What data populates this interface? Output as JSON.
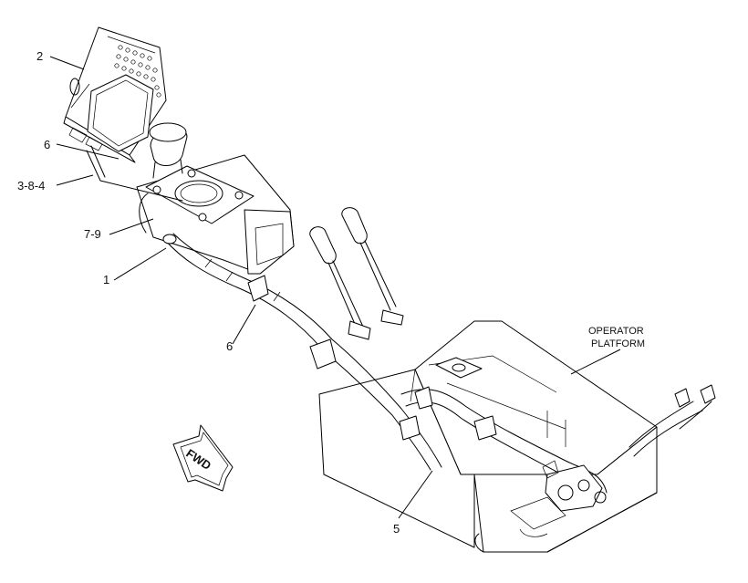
{
  "callouts": {
    "c2": "2",
    "c6_upper": "6",
    "c384": "3-8-4",
    "c79": "7-9",
    "c1": "1",
    "c6_lower": "6",
    "c5": "5"
  },
  "platform_label": {
    "line1": "OPERATOR",
    "line2": "PLATFORM"
  },
  "fwd_arrow": {
    "label": "FWD"
  },
  "colors": {
    "line": "#000000",
    "background": "#ffffff",
    "display_screen": "#ffffff"
  }
}
